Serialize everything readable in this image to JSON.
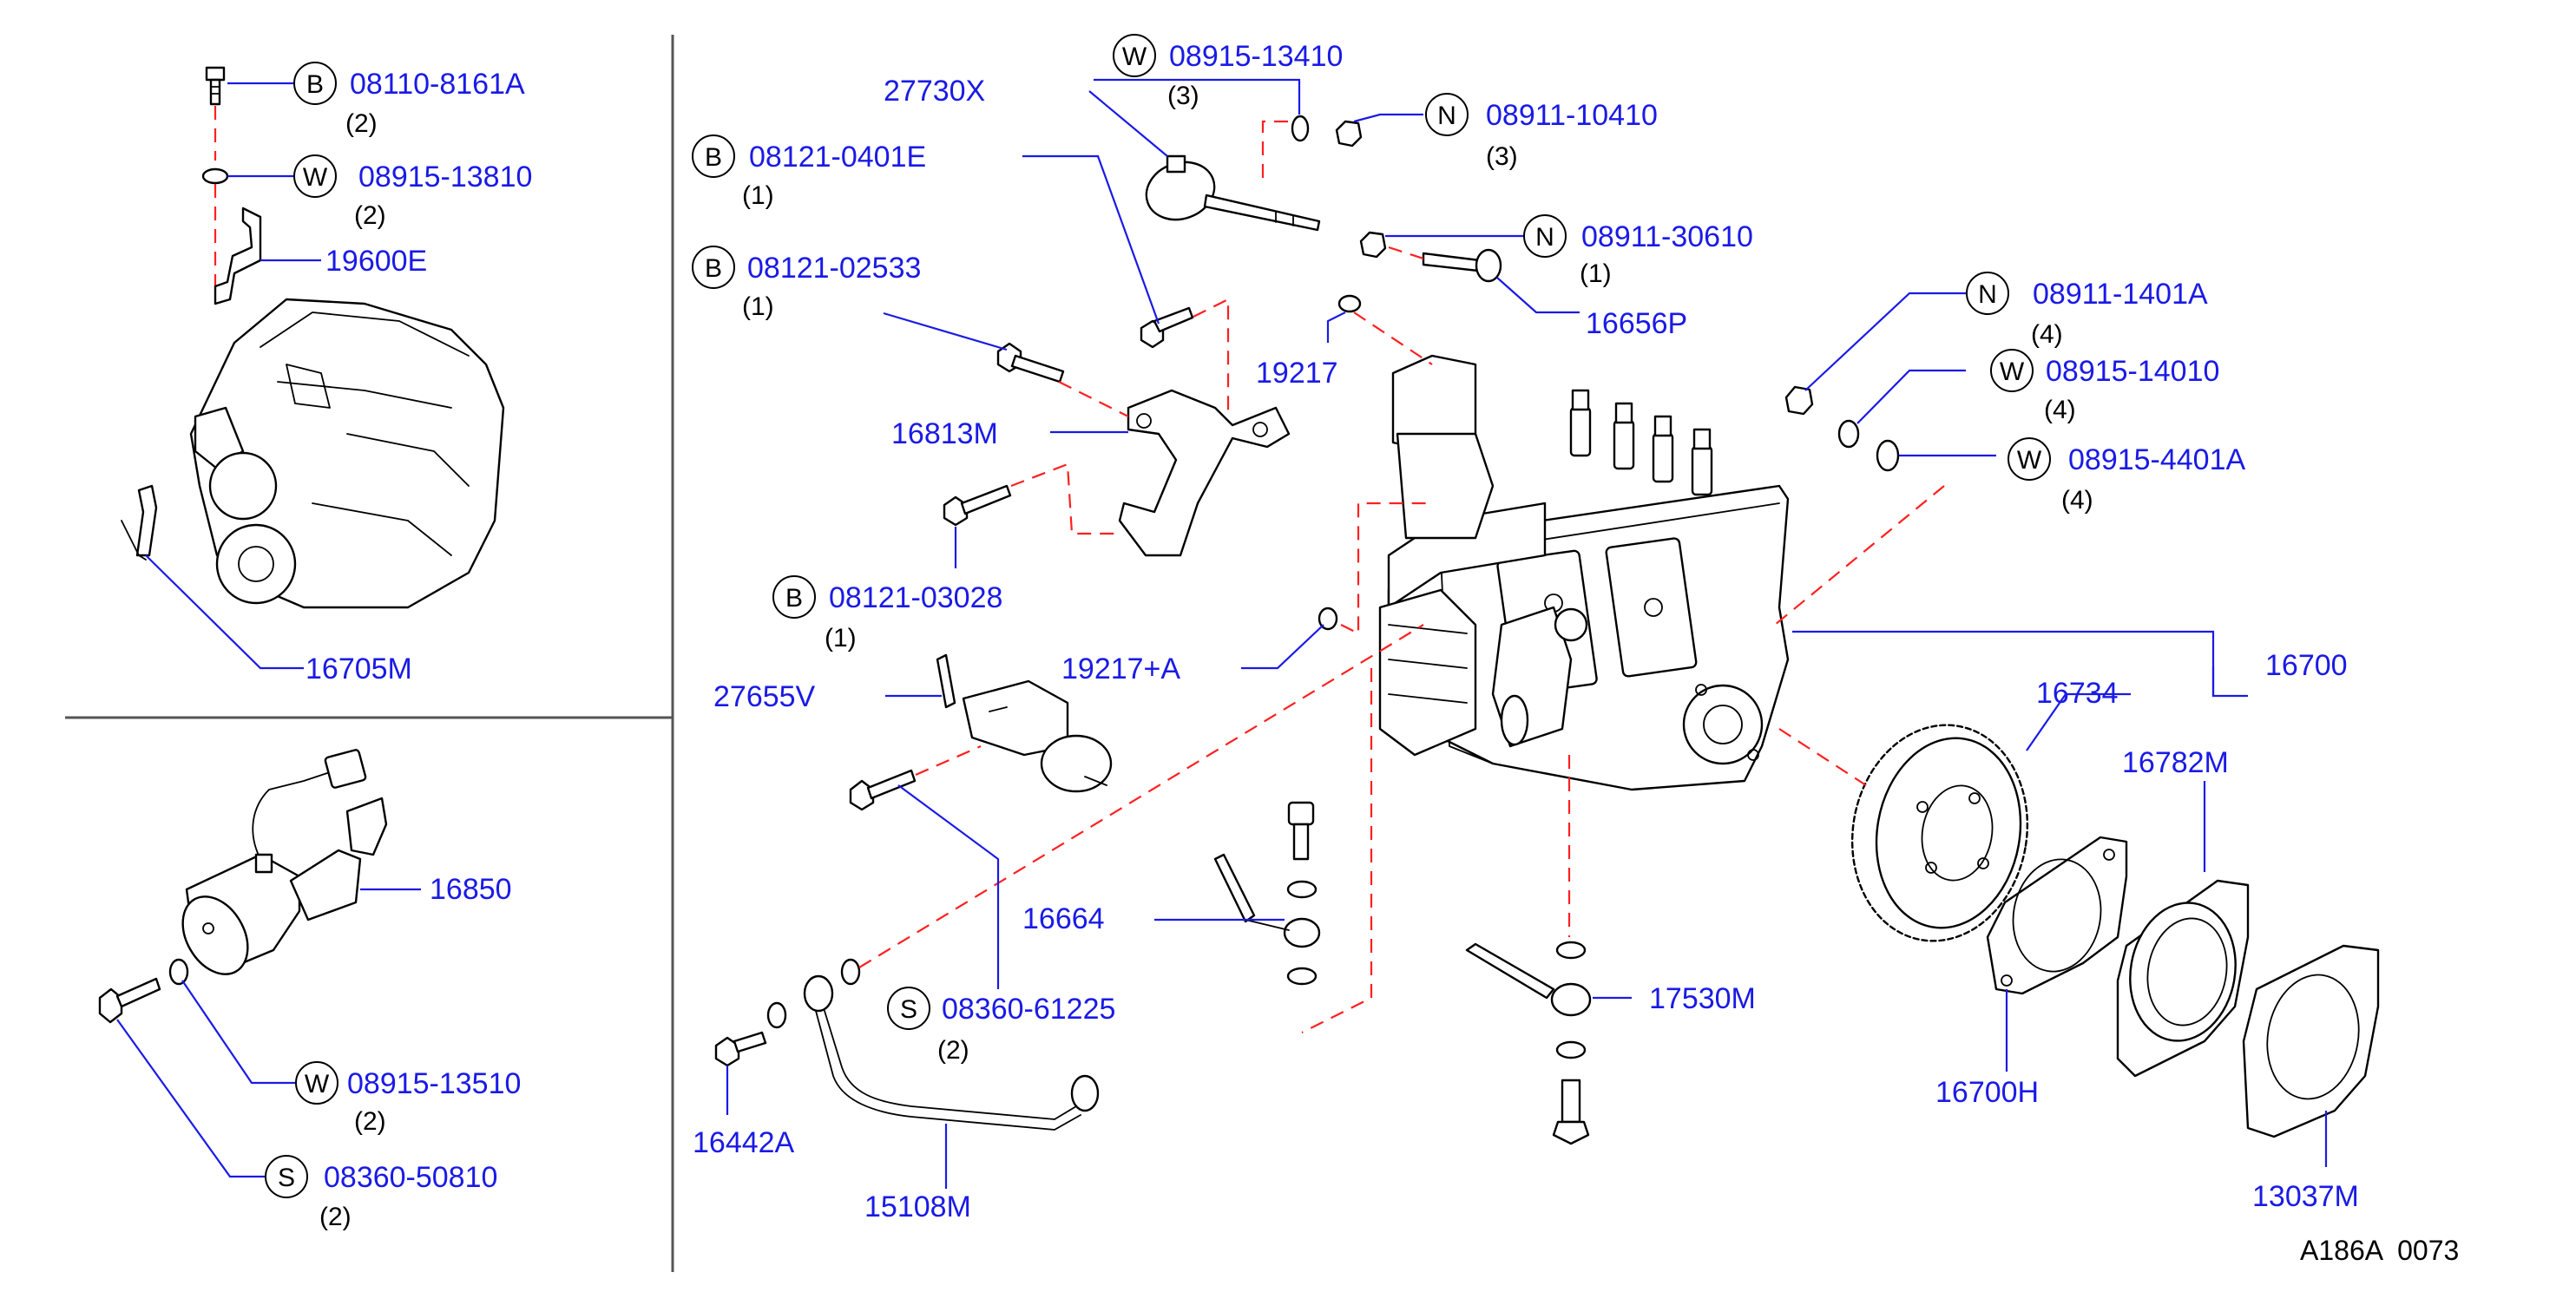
{
  "diagram_code": "A186A  0073",
  "callouts": [
    {
      "id": "c-b-08110",
      "letter": "B",
      "part": "08110-8161A",
      "qty": "(2)"
    },
    {
      "id": "c-w-08915-13810",
      "letter": "W",
      "part": "08915-13810",
      "qty": "(2)"
    },
    {
      "id": "c-19600e",
      "letter": "",
      "part": "19600E",
      "qty": ""
    },
    {
      "id": "c-16705m",
      "letter": "",
      "part": "16705M",
      "qty": ""
    },
    {
      "id": "c-16850",
      "letter": "",
      "part": "16850",
      "qty": ""
    },
    {
      "id": "c-w-08915-13510",
      "letter": "W",
      "part": "08915-13510",
      "qty": "(2)"
    },
    {
      "id": "c-s-08360-50810",
      "letter": "S",
      "part": "08360-50810",
      "qty": "(2)"
    },
    {
      "id": "c-27730x",
      "letter": "",
      "part": "27730X",
      "qty": ""
    },
    {
      "id": "c-w-08915-13410",
      "letter": "W",
      "part": "08915-13410",
      "qty": "(3)"
    },
    {
      "id": "c-n-08911-10410",
      "letter": "N",
      "part": "08911-10410",
      "qty": "(3)"
    },
    {
      "id": "c-b-08121-0401e",
      "letter": "B",
      "part": "08121-0401E",
      "qty": "(1)"
    },
    {
      "id": "c-n-08911-30610",
      "letter": "N",
      "part": "08911-30610",
      "qty": "(1)"
    },
    {
      "id": "c-16656p",
      "letter": "",
      "part": "16656P",
      "qty": ""
    },
    {
      "id": "c-b-08121-02533",
      "letter": "B",
      "part": "08121-02533",
      "qty": "(1)"
    },
    {
      "id": "c-19217",
      "letter": "",
      "part": "19217",
      "qty": ""
    },
    {
      "id": "c-16813m",
      "letter": "",
      "part": "16813M",
      "qty": ""
    },
    {
      "id": "c-n-08911-1401a",
      "letter": "N",
      "part": "08911-1401A",
      "qty": "(4)"
    },
    {
      "id": "c-w-08915-14010",
      "letter": "W",
      "part": "08915-14010",
      "qty": "(4)"
    },
    {
      "id": "c-w-08915-4401a",
      "letter": "W",
      "part": "08915-4401A",
      "qty": "(4)"
    },
    {
      "id": "c-b-08121-03028",
      "letter": "B",
      "part": "08121-03028",
      "qty": "(1)"
    },
    {
      "id": "c-19217a",
      "letter": "",
      "part": "19217+A",
      "qty": ""
    },
    {
      "id": "c-16700",
      "letter": "",
      "part": "16700",
      "qty": ""
    },
    {
      "id": "c-27655v",
      "letter": "",
      "part": "27655V",
      "qty": ""
    },
    {
      "id": "c-16734",
      "letter": "",
      "part": "16734",
      "qty": ""
    },
    {
      "id": "c-16782m",
      "letter": "",
      "part": "16782M",
      "qty": ""
    },
    {
      "id": "c-16664",
      "letter": "",
      "part": "16664",
      "qty": ""
    },
    {
      "id": "c-s-08360-61225",
      "letter": "S",
      "part": "08360-61225",
      "qty": "(2)"
    },
    {
      "id": "c-17530m",
      "letter": "",
      "part": "17530M",
      "qty": ""
    },
    {
      "id": "c-16700h",
      "letter": "",
      "part": "16700H",
      "qty": ""
    },
    {
      "id": "c-16442a",
      "letter": "",
      "part": "16442A",
      "qty": ""
    },
    {
      "id": "c-15108m",
      "letter": "",
      "part": "15108M",
      "qty": ""
    },
    {
      "id": "c-13037m",
      "letter": "",
      "part": "13037M",
      "qty": ""
    }
  ]
}
